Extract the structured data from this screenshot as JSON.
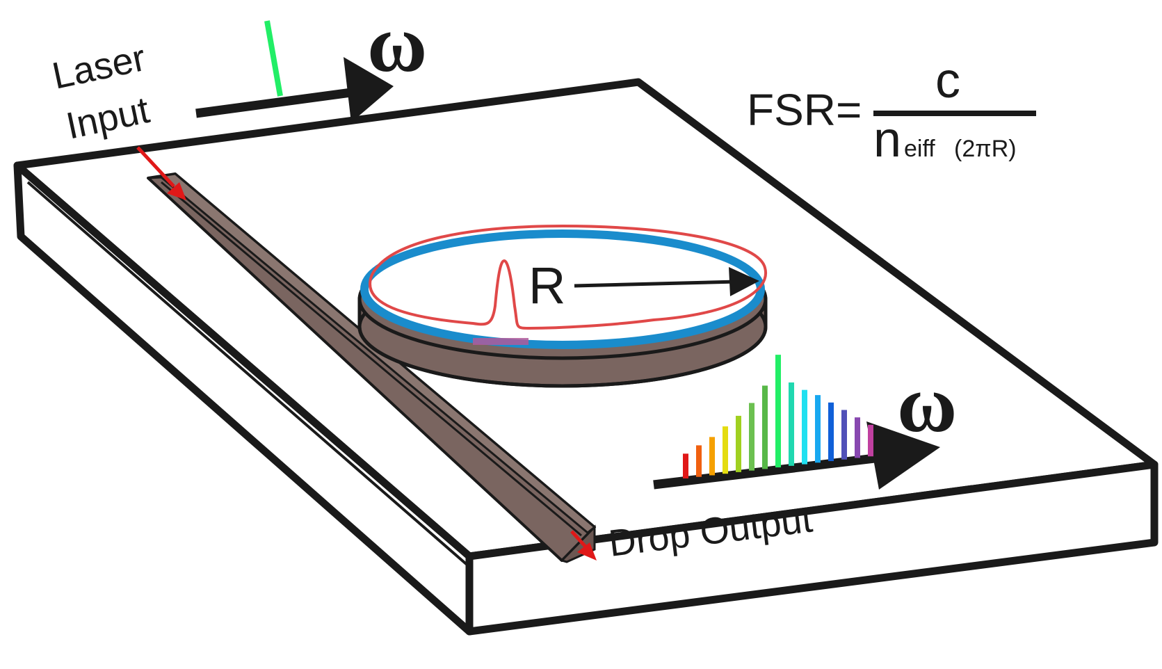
{
  "labels": {
    "laser_line1": "Laser",
    "laser_line2": "Input",
    "omega_top": "ω",
    "omega_bottom": "ω",
    "radius": "R",
    "drop_output": "Drop Output"
  },
  "formula": {
    "lhs": "FSR=",
    "numerator": "c",
    "denom_n": "n",
    "denom_sub": "eiff",
    "denom_paren": "(2πR)"
  },
  "colors": {
    "outline": "#1a1a1a",
    "waveguide": "#7a6560",
    "ring_blue": "#1a8ccc",
    "ring_red": "#e04848",
    "arrow_red": "#e01818",
    "input_line": "#22ee66"
  },
  "comb_lines": [
    {
      "height": 0.22,
      "color": "#e01818"
    },
    {
      "height": 0.28,
      "color": "#f06010"
    },
    {
      "height": 0.34,
      "color": "#f5a000"
    },
    {
      "height": 0.42,
      "color": "#e4dc10"
    },
    {
      "height": 0.5,
      "color": "#a0d020"
    },
    {
      "height": 0.6,
      "color": "#6cc050"
    },
    {
      "height": 0.74,
      "color": "#58b848"
    },
    {
      "height": 1.0,
      "color": "#22ee66"
    },
    {
      "height": 0.74,
      "color": "#20d8b0"
    },
    {
      "height": 0.66,
      "color": "#20e0f0"
    },
    {
      "height": 0.6,
      "color": "#18a8f0"
    },
    {
      "height": 0.52,
      "color": "#1060d8"
    },
    {
      "height": 0.44,
      "color": "#5050b8"
    },
    {
      "height": 0.36,
      "color": "#8848b0"
    },
    {
      "height": 0.28,
      "color": "#c040a0"
    }
  ]
}
